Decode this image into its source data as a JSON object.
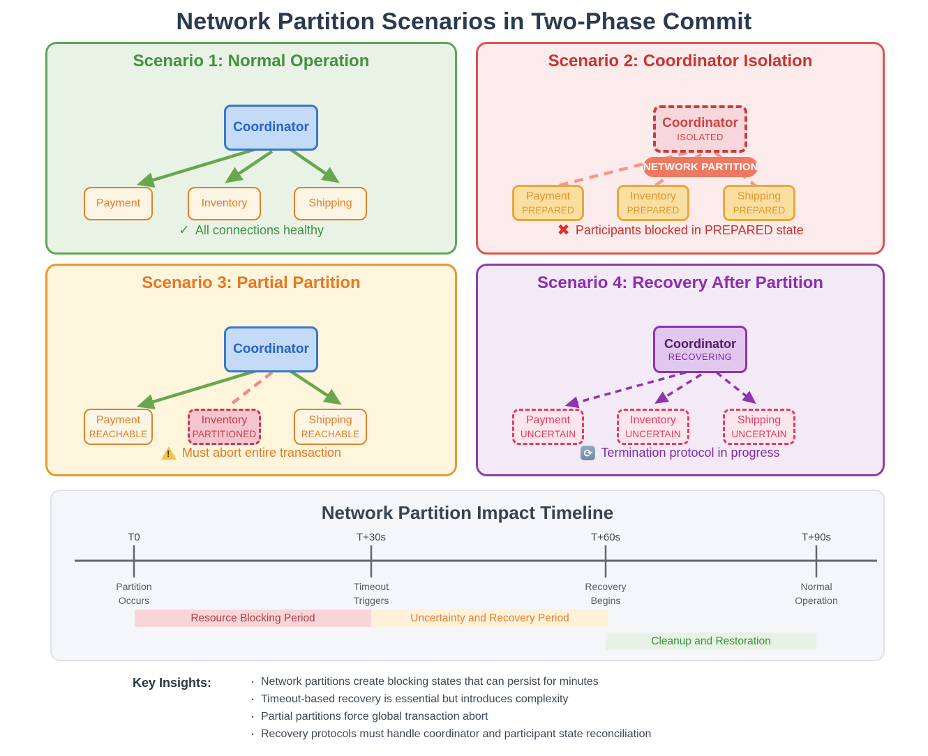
{
  "title": "Network Partition Scenarios in Two-Phase Commit",
  "scenarios": [
    {
      "title": "Scenario 1: Normal Operation",
      "coordinator": {
        "label": "Coordinator",
        "state": ""
      },
      "participants": [
        {
          "name": "Payment",
          "state": ""
        },
        {
          "name": "Inventory",
          "state": ""
        },
        {
          "name": "Shipping",
          "state": ""
        }
      ],
      "status": {
        "icon": "check-icon",
        "text": "All connections healthy"
      }
    },
    {
      "title": "Scenario 2: Coordinator Isolation",
      "coordinator": {
        "label": "Coordinator",
        "state": "ISOLATED"
      },
      "banner": "NETWORK PARTITION",
      "participants": [
        {
          "name": "Payment",
          "state": "PREPARED"
        },
        {
          "name": "Inventory",
          "state": "PREPARED"
        },
        {
          "name": "Shipping",
          "state": "PREPARED"
        }
      ],
      "status": {
        "icon": "x-icon",
        "text": "Participants blocked in PREPARED state"
      }
    },
    {
      "title": "Scenario 3: Partial Partition",
      "coordinator": {
        "label": "Coordinator",
        "state": ""
      },
      "participants": [
        {
          "name": "Payment",
          "state": "REACHABLE"
        },
        {
          "name": "Inventory",
          "state": "PARTITIONED"
        },
        {
          "name": "Shipping",
          "state": "REACHABLE"
        }
      ],
      "status": {
        "icon": "warning-icon",
        "text": "Must abort entire transaction"
      }
    },
    {
      "title": "Scenario 4: Recovery After Partition",
      "coordinator": {
        "label": "Coordinator",
        "state": "RECOVERING"
      },
      "participants": [
        {
          "name": "Payment",
          "state": "UNCERTAIN"
        },
        {
          "name": "Inventory",
          "state": "UNCERTAIN"
        },
        {
          "name": "Shipping",
          "state": "UNCERTAIN"
        }
      ],
      "status": {
        "icon": "refresh-icon",
        "text": "Termination protocol in progress"
      }
    }
  ],
  "timeline": {
    "title": "Network Partition Impact Timeline",
    "ticks": [
      {
        "time": "T0",
        "event": "Partition Occurs"
      },
      {
        "time": "T+30s",
        "event": "Timeout Triggers"
      },
      {
        "time": "T+60s",
        "event": "Recovery Begins"
      },
      {
        "time": "T+90s",
        "event": "Normal Operation"
      }
    ],
    "bands": [
      {
        "label": "Resource Blocking Period",
        "color": "#f8d5d9"
      },
      {
        "label": "Uncertainty and Recovery Period",
        "color": "#fdf1d9"
      },
      {
        "label": "Cleanup and Restoration",
        "color": "#e6f2e3"
      }
    ]
  },
  "insights": {
    "label": "Key Insights:",
    "items": [
      "Network partitions create blocking states that can persist for minutes",
      "Timeout-based recovery is essential but introduces complexity",
      "Partial partitions force global transaction abort",
      "Recovery protocols must handle coordinator and participant state reconciliation"
    ]
  },
  "palette": {
    "title_ink": "#2c3a50",
    "scenario1_green": "#43913f",
    "scenario2_red": "#c93333",
    "scenario3_orange": "#e87722",
    "scenario4_purple": "#8d2eb0",
    "coordinator_blue": "#2a63c4",
    "healthy_arrow_green": "#68a74d",
    "partition_salmon": "#ee7961",
    "prepared_amber": "#df9630",
    "partitioned_red": "#c43b4b",
    "uncertain_crimson": "#e23b61",
    "recovery_purple": "#8e35ad"
  }
}
